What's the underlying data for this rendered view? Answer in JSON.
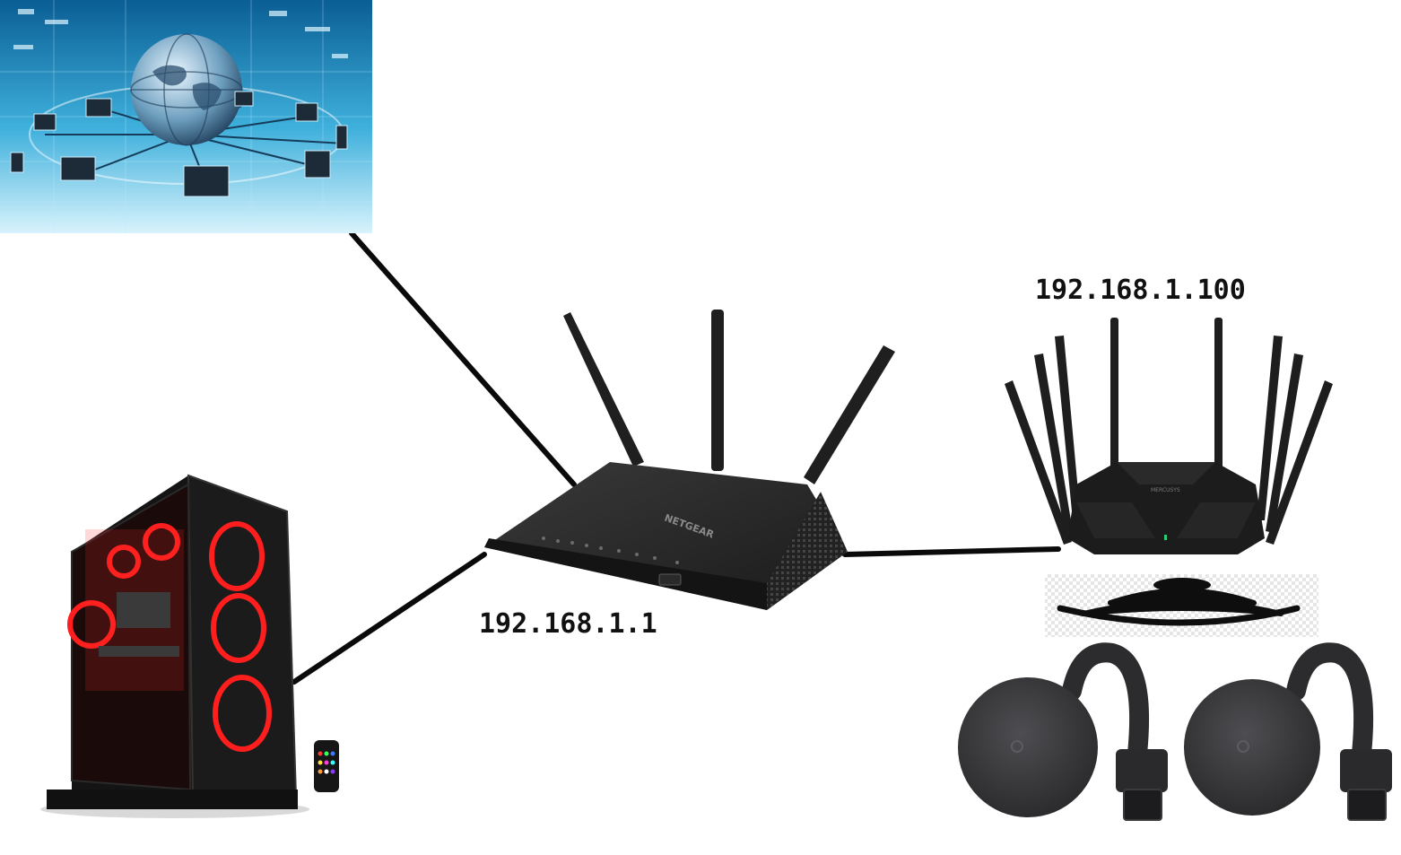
{
  "labels": {
    "main_router_ip": "192.168.1.1",
    "mesh_router_ip": "192.168.1.100",
    "main_router_brand": "NETGEAR",
    "mesh_router_brand": "MERCUSYS"
  },
  "colors": {
    "connection_line": "#0a0a0a",
    "internet_bg_top": "#0d6fa8",
    "internet_bg_bottom": "#d7f2fb",
    "pc_fan_ring": "#ff1e1e",
    "device_body": "#1f1f1f",
    "chromecast_body": "#3a3a3c"
  },
  "icons": {
    "internet": "internet-globe-network-icon",
    "pc": "gaming-pc-tower-icon",
    "main_router": "netgear-router-icon",
    "mesh_router": "mesh-router-icon",
    "wifi": "wifi-signal-icon",
    "chromecast": "chromecast-device-icon"
  }
}
